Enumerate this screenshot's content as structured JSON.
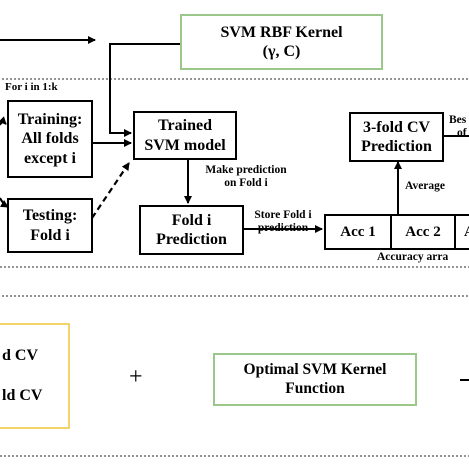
{
  "kernel_box": {
    "line1": "SVM RBF Kernel",
    "line2": "(γ, C)"
  },
  "loop_label": "For i in 1:k",
  "training_box": {
    "line1": "Training:",
    "line2": "All folds",
    "line3": "except i"
  },
  "testing_box": {
    "line1": "Testing:",
    "line2": "Fold i"
  },
  "trained_box": {
    "line1": "Trained",
    "line2": "SVM model"
  },
  "make_prediction_label": {
    "line1": "Make prediction",
    "line2": "on Fold i"
  },
  "fold_prediction_box": {
    "line1": "Fold i",
    "line2": "Prediction"
  },
  "store_label": {
    "line1": "Store Fold i",
    "line2": "prediction"
  },
  "acc_cells": [
    "Acc 1",
    "Acc 2",
    "A"
  ],
  "accuracy_array_label": "Accuracy arra",
  "average_label": "Average",
  "cv_box": {
    "line1": "3-fold CV",
    "line2": "Prediction"
  },
  "best_label": {
    "line1": "Bes",
    "line2": "of"
  },
  "bottom_left_box": {
    "line1": "d CV",
    "line2": "ld CV"
  },
  "plus_sign": "+",
  "optimal_box": {
    "line1": "Optimal SVM Kernel",
    "line2": "Function"
  },
  "colors": {
    "green_border": "#9cc78a",
    "yellow_border": "#f2d46a",
    "dashed_frame": "#555555"
  }
}
